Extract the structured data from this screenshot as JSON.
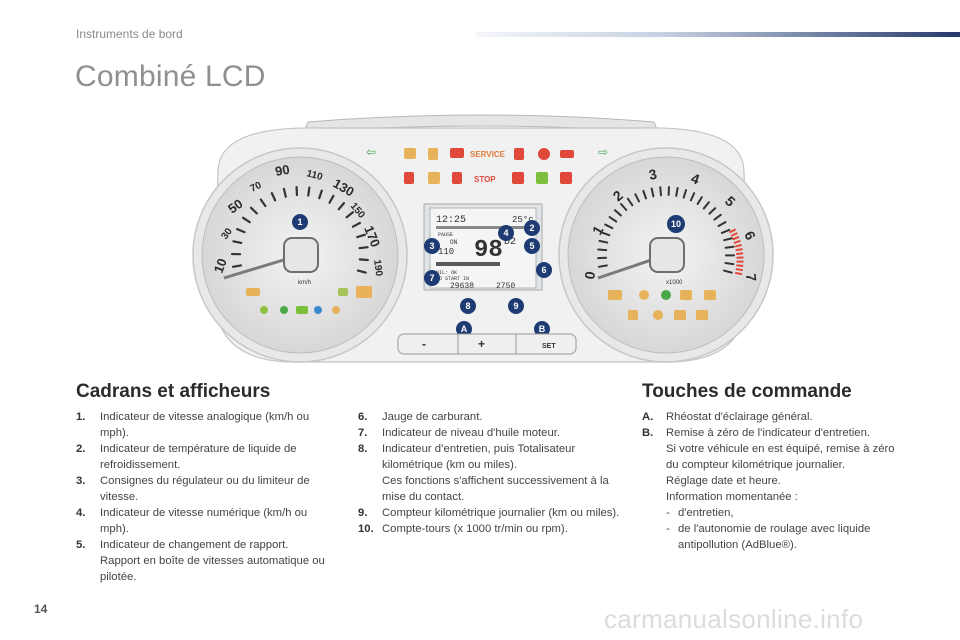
{
  "header": {
    "section": "Instruments de bord"
  },
  "title": "Combiné LCD",
  "figure": {
    "speedo_ticks": [
      "10",
      "30",
      "50",
      "70",
      "90",
      "110",
      "130",
      "150",
      "170",
      "190"
    ],
    "speed_unit": "km/h",
    "tacho_ticks": [
      "0",
      "1",
      "2",
      "3",
      "4",
      "5",
      "6",
      "7"
    ],
    "tacho_unit": "x1000",
    "warning_service": "SERVICE",
    "warning_stop": "STOP",
    "lcd": {
      "time": "12:25",
      "temp": "25°c",
      "pause": "PAUSE",
      "on": "ON",
      "set_speed": "110",
      "speed": "98",
      "gear": "D2",
      "oil": "OIL: OK",
      "no_start": "NO START IN",
      "odometer": "29638",
      "trip": "2750"
    },
    "markers": [
      "1",
      "2",
      "3",
      "4",
      "5",
      "6",
      "7",
      "8",
      "9",
      "10"
    ],
    "letters": [
      "A",
      "B"
    ],
    "controls": {
      "minus": "-",
      "plus": "+",
      "set": "SET"
    }
  },
  "cadrans": {
    "heading": "Cadrans et afficheurs",
    "col1": [
      {
        "num": "1.",
        "lines": [
          "Indicateur de vitesse analogique (km/h ou mph)."
        ]
      },
      {
        "num": "2.",
        "lines": [
          "Indicateur de température de liquide de refroidissement."
        ]
      },
      {
        "num": "3.",
        "lines": [
          "Consignes du régulateur ou du limiteur de vitesse."
        ]
      },
      {
        "num": "4.",
        "lines": [
          "Indicateur de vitesse numérique (km/h ou mph)."
        ]
      },
      {
        "num": "5.",
        "lines": [
          "Indicateur de changement de rapport.",
          "Rapport en boîte de vitesses automatique ou pilotée."
        ]
      }
    ],
    "col2": [
      {
        "num": "6.",
        "lines": [
          "Jauge de carburant."
        ]
      },
      {
        "num": "7.",
        "lines": [
          "Indicateur de niveau d'huile moteur."
        ]
      },
      {
        "num": "8.",
        "lines": [
          "Indicateur d’entretien, puis Totalisateur kilométrique (km ou miles).",
          "Ces fonctions s'affichent successivement à la mise du contact."
        ]
      },
      {
        "num": "9.",
        "lines": [
          "Compteur kilométrique journalier (km ou miles)."
        ]
      },
      {
        "num": "10.",
        "lines": [
          "Compte-tours (x 1000 tr/min ou rpm)."
        ]
      }
    ]
  },
  "touches": {
    "heading": "Touches de commande",
    "items": [
      {
        "num": "A.",
        "lines": [
          "Rhéostat d'éclairage général."
        ]
      },
      {
        "num": "B.",
        "lines": [
          "Remise à zéro de l'indicateur d'entretien.",
          "Si votre véhicule en est équipé, remise à zéro du compteur kilométrique journalier.",
          "Réglage date et heure.",
          "Information momentanée :"
        ],
        "dashes": [
          "d'entretien,",
          "de l'autonomie de roulage avec liquide antipollution (AdBlue®)."
        ]
      }
    ]
  },
  "footer": {
    "page": "14",
    "watermark": "carmanualsonline.info"
  }
}
